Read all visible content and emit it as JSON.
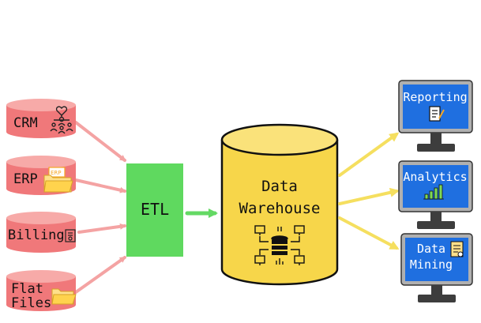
{
  "sources": [
    {
      "label_lines": [
        "CRM"
      ],
      "icon": "org-chart-icon"
    },
    {
      "label_lines": [
        "ERP"
      ],
      "icon": "erp-folder-icon"
    },
    {
      "label_lines": [
        "Billing"
      ],
      "icon": "invoice-icon"
    },
    {
      "label_lines": [
        "Flat",
        "Files"
      ],
      "icon": "folder-icon"
    }
  ],
  "etl": {
    "label": "ETL"
  },
  "warehouse": {
    "label_lines": [
      "Data",
      "Warehouse"
    ],
    "icon": "database-network-icon"
  },
  "outputs": [
    {
      "label_lines": [
        "Reporting"
      ],
      "icon": "report-clipboard-icon"
    },
    {
      "label_lines": [
        "Analytics"
      ],
      "icon": "bar-chart-icon"
    },
    {
      "label_lines": [
        "Data",
        "Mining"
      ],
      "icon": "data-mining-document-icon"
    }
  ],
  "colors": {
    "source_fill": "#f0787a",
    "source_top": "#f7aaa8",
    "source_arrow": "#f4a3a3",
    "etl_fill": "#5fd95f",
    "etl_arrow": "#64d964",
    "warehouse_fill": "#f7d64a",
    "warehouse_top": "#fae27a",
    "output_arrow": "#f5df5f",
    "monitor_frame": "#b0b0b0",
    "monitor_screen": "#1f6fe0",
    "monitor_stand": "#3d3d3d"
  }
}
